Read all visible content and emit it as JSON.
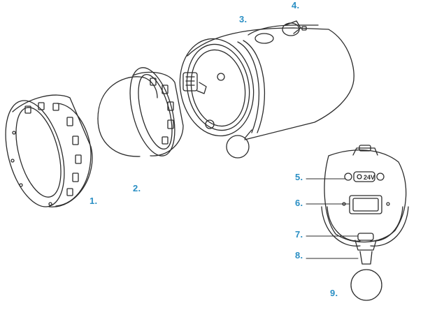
{
  "labels": {
    "l1": "1.",
    "l2": "2.",
    "l3": "3.",
    "l4": "4.",
    "l5": "5.",
    "l6": "6.",
    "l7": "7.",
    "l8": "8.",
    "l9": "9."
  },
  "port_text": "24V",
  "colors": {
    "callout": "#2a8fc4",
    "line": "#2b2b2b"
  }
}
